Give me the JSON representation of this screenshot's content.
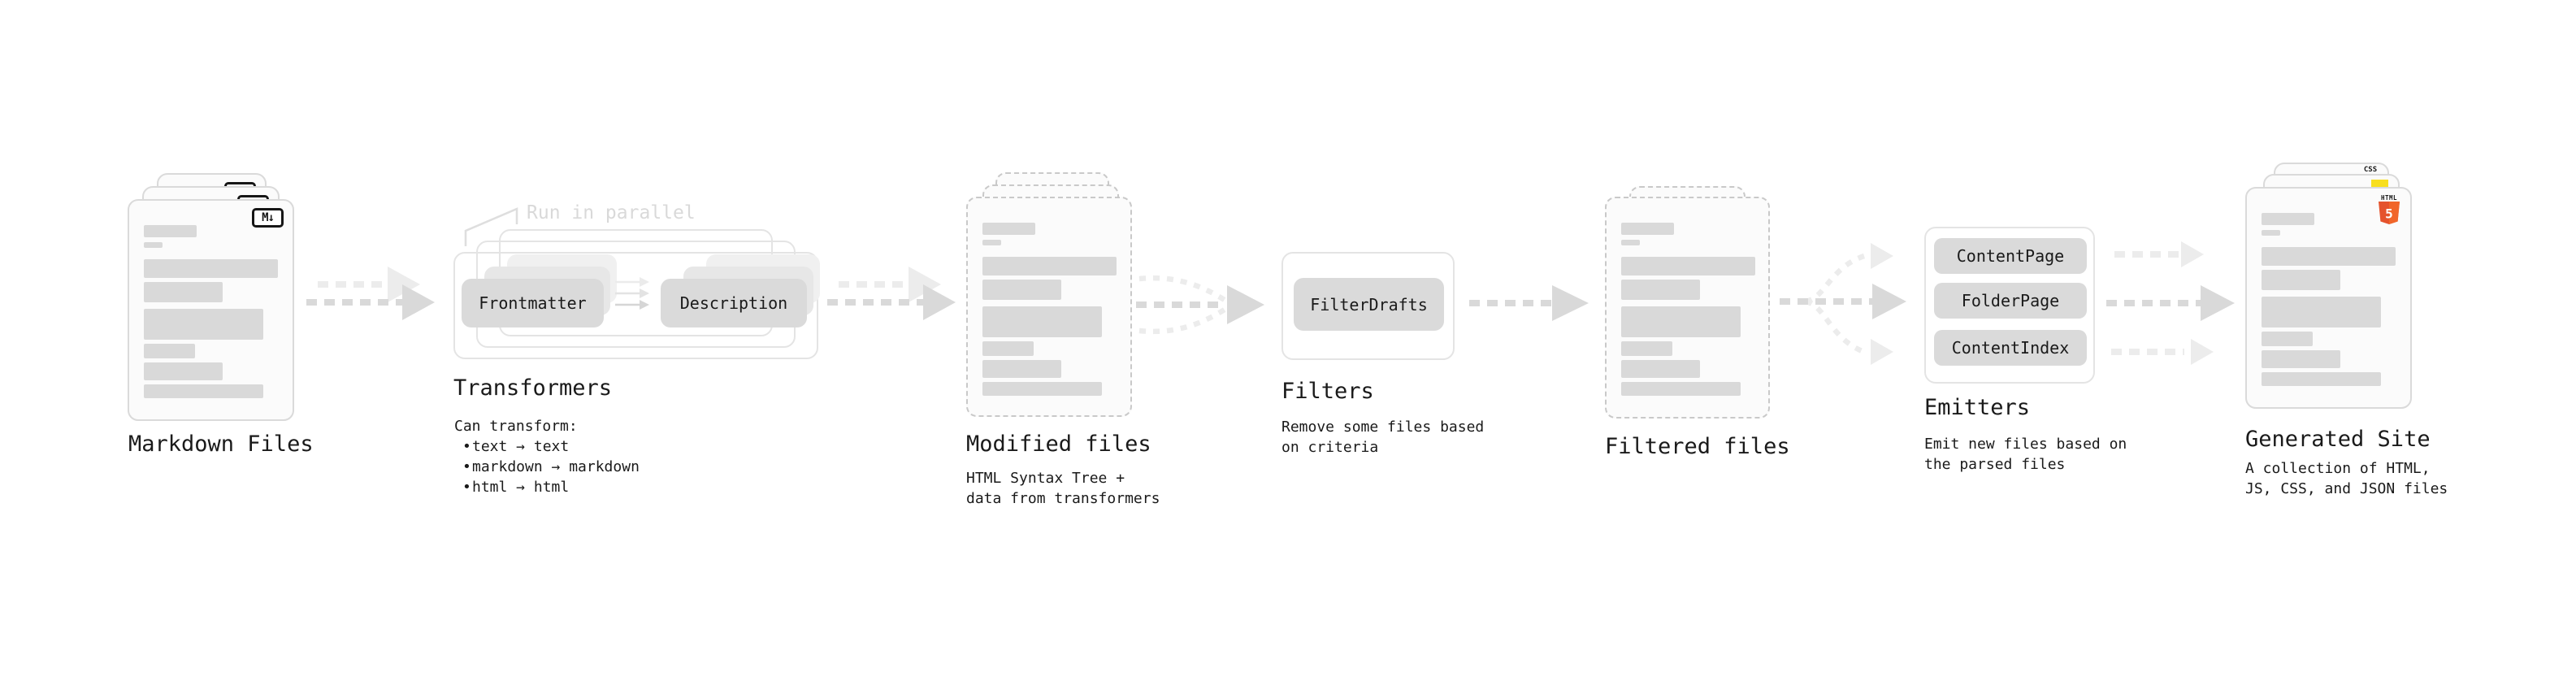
{
  "colors": {
    "background": "#ffffff",
    "card_bg": "#fbfbfb",
    "card_border": "#dadada",
    "dashed_border": "#c9c9c9",
    "placeholder_bar": "#d9d9d9",
    "outline_box_border": "#e4e4e4",
    "plugin_bg": "#dadada",
    "arrow": "#d9d9d9",
    "arrow_light": "#ececec",
    "text": "#1a1a1a",
    "muted_annotation": "#d9d9d9",
    "js_yellow": "#f8df1f",
    "css_blue": "#2f62e8",
    "html5_orange": "#e5532d"
  },
  "stages": {
    "markdown": {
      "title": "Markdown Files",
      "badge": "M↓"
    },
    "transformers": {
      "title": "Transformers",
      "annotation": "Run in parallel",
      "plugin_1": "Frontmatter",
      "plugin_2": "Description",
      "body_heading": "Can transform:",
      "bullet": "•",
      "bullets": [
        "text → text",
        "markdown → markdown",
        "html → html"
      ]
    },
    "modified": {
      "title": "Modified files",
      "subtitle_line1": "HTML Syntax Tree +",
      "subtitle_line2": "data from transformers"
    },
    "filters": {
      "title": "Filters",
      "plugin_1": "FilterDrafts",
      "subtitle_line1": "Remove some files based",
      "subtitle_line2": "on criteria"
    },
    "filtered": {
      "title": "Filtered files"
    },
    "emitters": {
      "title": "Emitters",
      "plugin_1": "ContentPage",
      "plugin_2": "FolderPage",
      "plugin_3": "ContentIndex",
      "subtitle_line1": "Emit new files based on",
      "subtitle_line2": "the parsed files"
    },
    "generated": {
      "title": "Generated Site",
      "subtitle_line1": "A collection of HTML,",
      "subtitle_line2": "JS, CSS, and JSON files",
      "css_badge": "CSS",
      "html_badge_label": "HTML",
      "html_badge_number": "5"
    }
  }
}
